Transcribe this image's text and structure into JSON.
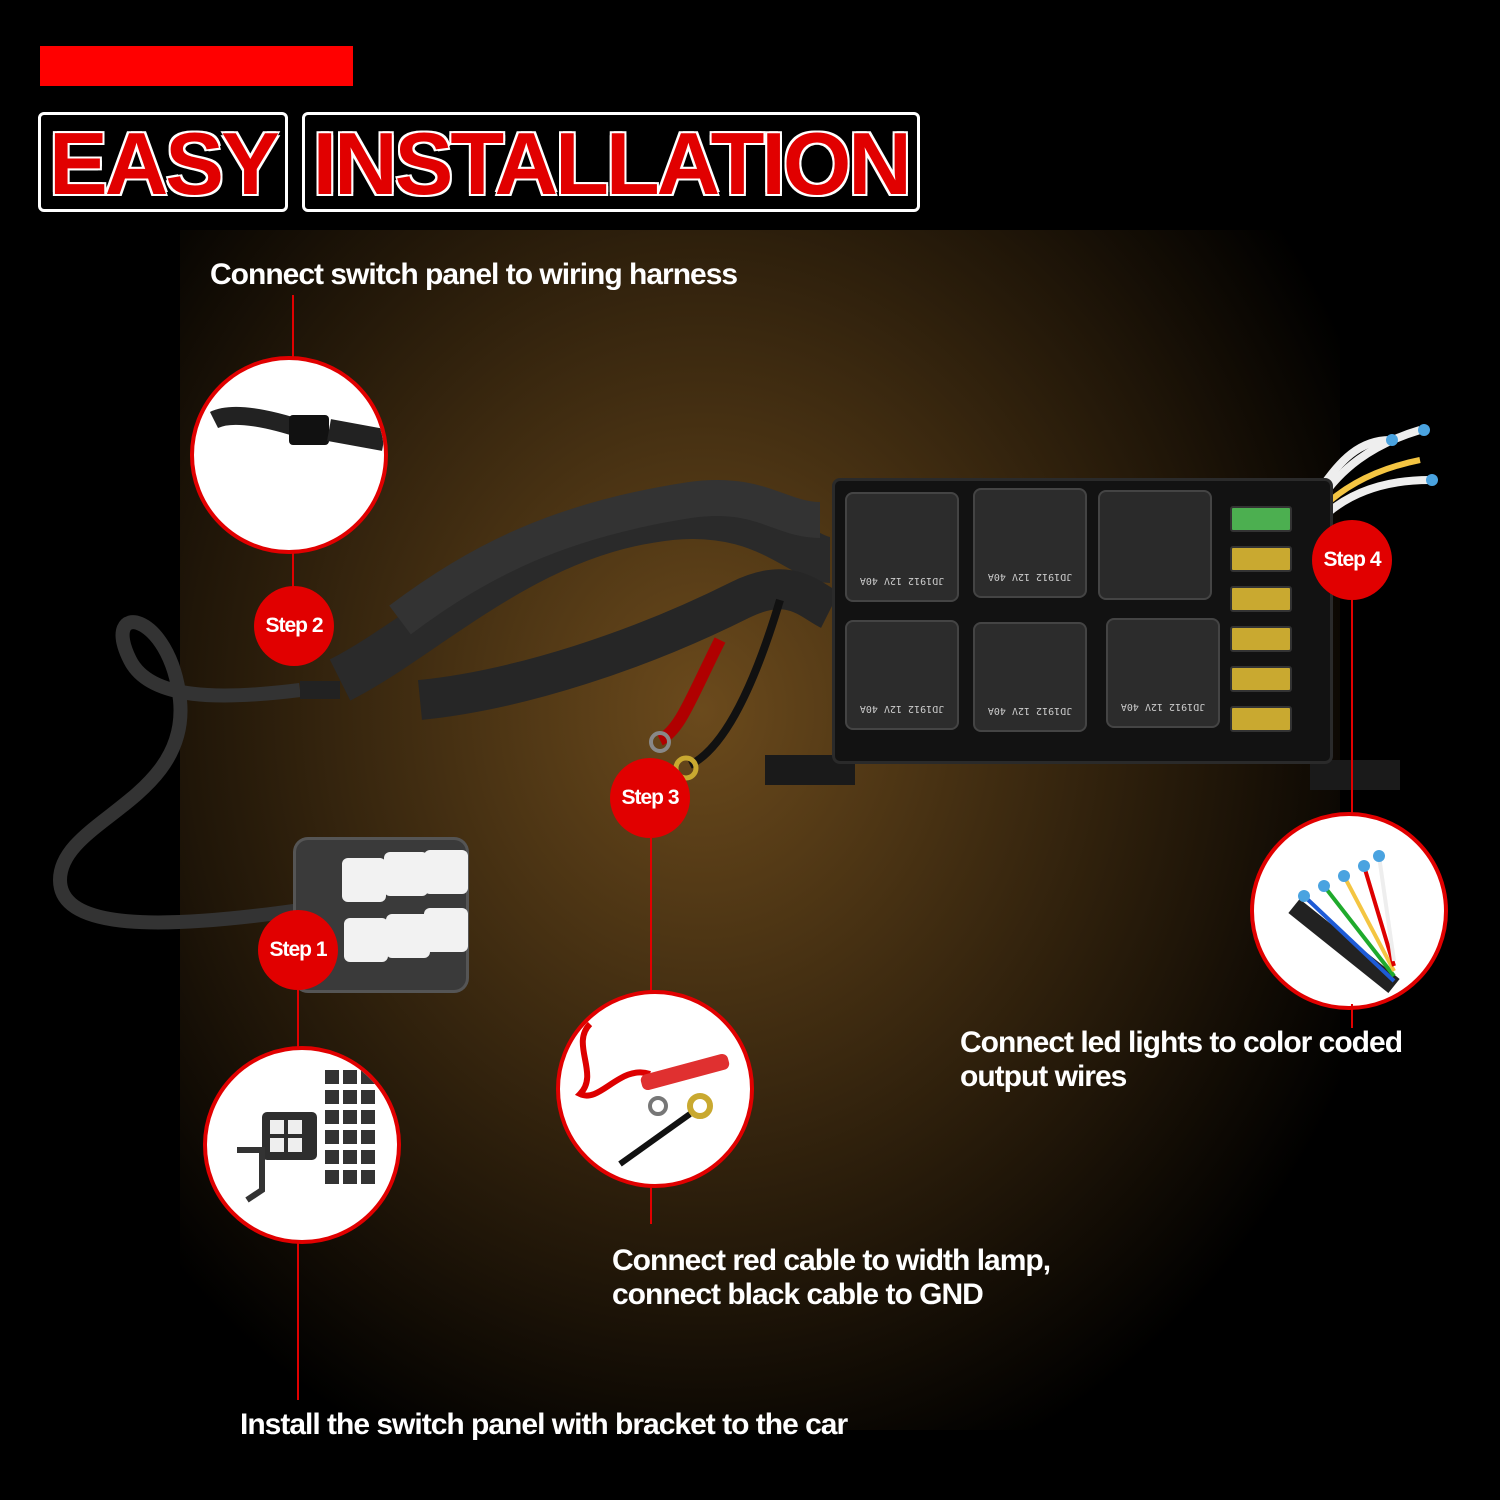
{
  "title": {
    "word1": "EASY",
    "word2": "INSTALLATION"
  },
  "captions": {
    "step2": "Connect switch panel to wiring harness",
    "step4_line1": "Connect led lights to color coded",
    "step4_line2": "output wires",
    "step3_line1": "Connect red cable to width lamp,",
    "step3_line2": "connect black cable to GND",
    "step1": "Install the switch panel with bracket to the car"
  },
  "steps": {
    "step1": "Step 1",
    "step2": "Step 2",
    "step3": "Step 3",
    "step4": "Step 4"
  },
  "relay_label": "JD1912 12V 40A",
  "colors": {
    "accent": "#e10000",
    "fuse_yellow": "#c9a930",
    "fuse_green": "#4caf50",
    "connector_blue": "#4aa3e0"
  }
}
